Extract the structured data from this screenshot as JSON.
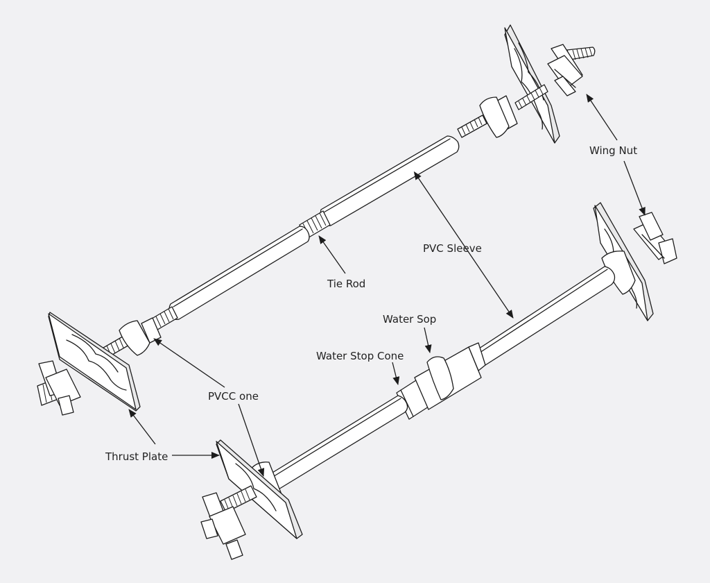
{
  "labels": {
    "wing_nut": "Wing Nut",
    "pvc_sleeve": "PVC Sleeve",
    "tie_rod": "Tie Rod",
    "water_stop": "Water Sop",
    "water_stop_cone": "Water Stop Cone",
    "pvc_cone": "PVCC one",
    "thrust_plate": "Thrust Plate"
  },
  "colors": {
    "background": "#f1f1f3",
    "line": "#1c1c1c",
    "part_fill": "#ffffff"
  }
}
